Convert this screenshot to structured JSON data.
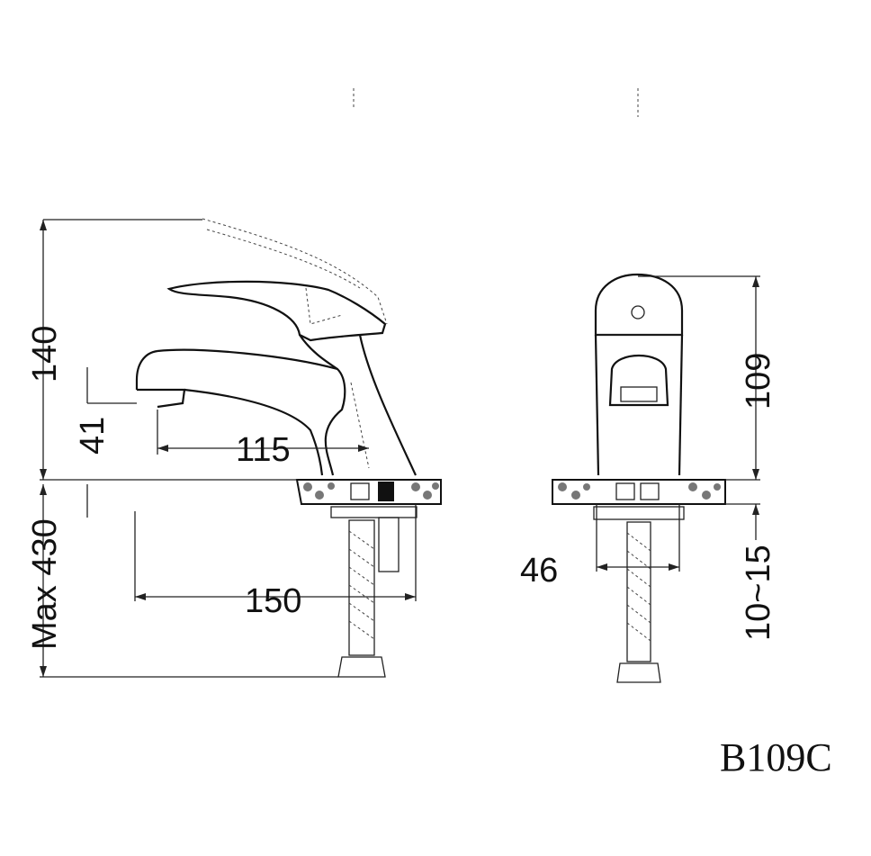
{
  "drawing": {
    "model_code": "B109C",
    "side_view": {
      "dim_height_total": "140",
      "dim_spout_height": "41",
      "dim_spout_reach": "115",
      "dim_max_below": "Max 430",
      "dim_base_reach": "150"
    },
    "front_view": {
      "dim_body_height": "109",
      "dim_base_diameter": "46",
      "dim_deck_thickness": "10~15"
    }
  }
}
